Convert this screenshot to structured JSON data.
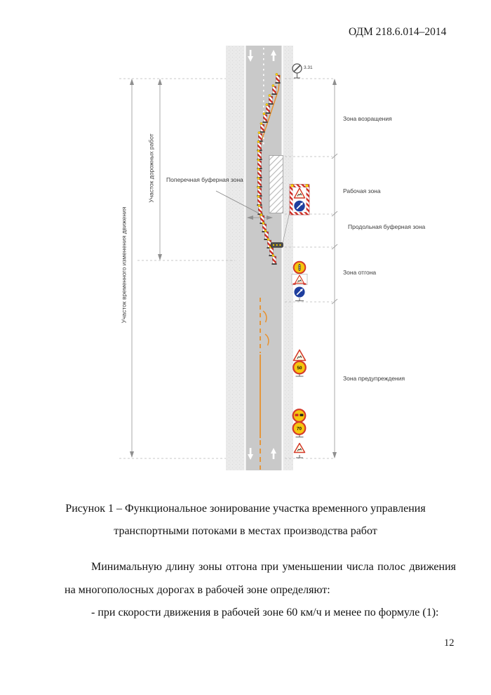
{
  "header": {
    "doc_code": "ОДМ 218.6.014–2014"
  },
  "figure": {
    "sign_labels": {
      "end_restrictions": "3.31",
      "speed_50": "50",
      "speed_70": "70"
    },
    "section_labels": {
      "temporary_change": "Участок временного изменения движения",
      "road_works": "Участок дорожных работ"
    },
    "callout": {
      "transverse_buffer": "Поперечная буферная зона"
    },
    "zones": [
      {
        "label": "Зона возращения"
      },
      {
        "label": "Рабочая зона"
      },
      {
        "label": "Продольная буферная зона"
      },
      {
        "label": "Зона отгона"
      },
      {
        "label": "Зона предупреждения"
      }
    ]
  },
  "caption": {
    "line1": "Рисунок 1 – Функциональное зонирование участка временного управления",
    "line2": "транспортными потоками в местах производства работ"
  },
  "body": {
    "para1": "Минимальную длину зоны отгона при уменьшении числа полос движения на многополосных дорогах в рабочей зоне определяют:",
    "para2": "- при скорости движения в рабочей зоне 60 км/ч и менее по формуле (1):"
  },
  "page": {
    "number": "12"
  }
}
